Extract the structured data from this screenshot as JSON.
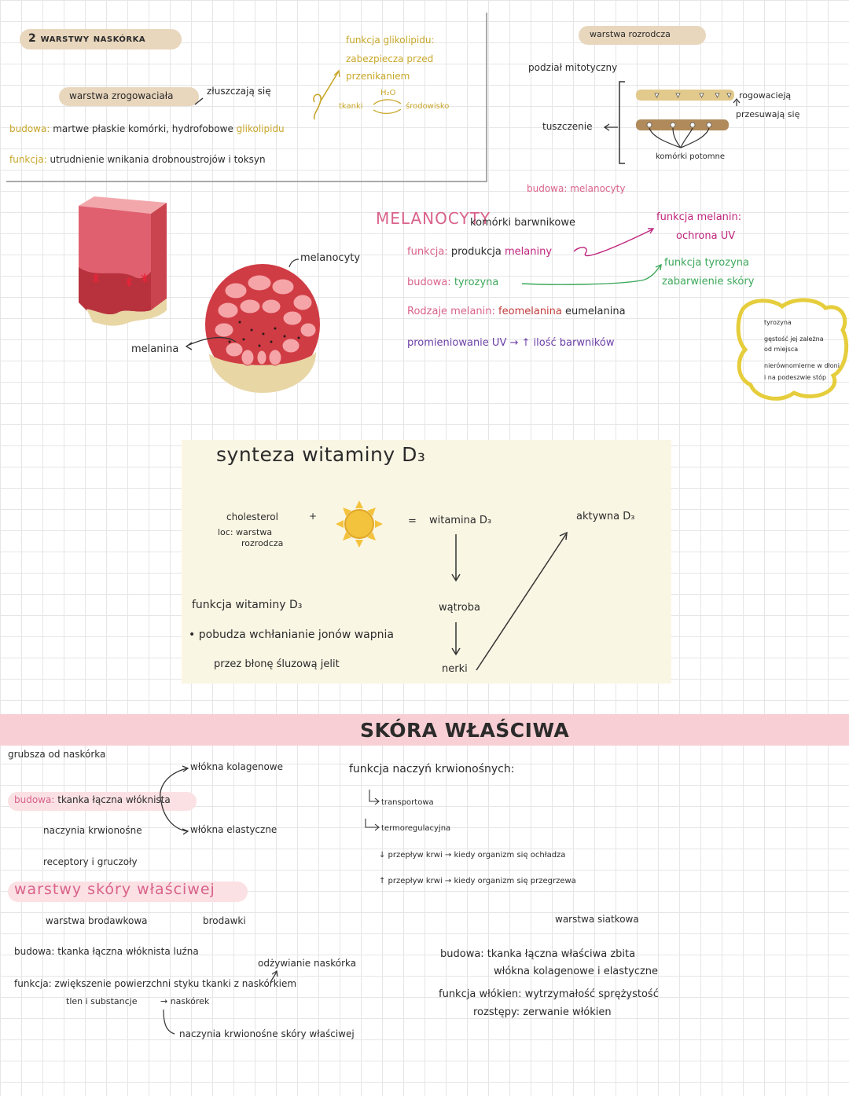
{
  "epidermis": {
    "heading": "2 warstwy naskórka",
    "cornified": {
      "label": "warstwa zrogowaciała",
      "shedding": "złuszczają się",
      "structure_label": "budowa:",
      "structure": "martwe płaskie komórki, hydrofobowe",
      "structure_highlight": "glikolipidu",
      "function_label": "funkcja:",
      "function": "utrudnienie wnikania drobnoustrojów i toksyn",
      "glycolipid_function": [
        "funkcja glikolipidu:",
        "zabezpiecza przed",
        "przenikaniem"
      ],
      "water_label": "H₂O",
      "tissue_label": "tkanki",
      "environment_label": "środowisko"
    },
    "basal": {
      "label": "warstwa rozrodcza",
      "mitosis": "podział mitotyczny",
      "thickening": "tuszczenie",
      "keratinization": "rogowacieją",
      "moving": "przesuwają się",
      "daughter_cells": "komórki potomne",
      "structure": "budowa: melanocyty"
    },
    "melanocytes": {
      "title": "MELANOCYTY",
      "subtitle": "komórki barwnikowe",
      "function_label": "funkcja:",
      "function": "produkcja",
      "function_highlight": "melaniny",
      "structure_label": "budowa:",
      "structure": "tyrozyna",
      "types_label": "Rodzaje melanin:",
      "type1": "feomelanina",
      "type2": "eumelanina",
      "uv_label": "promieniowanie UV",
      "uv_effect": "↑ ilość barwników",
      "melanin_function": [
        "funkcja melanin:",
        "ochrona UV"
      ],
      "tyrosine_function": [
        "funkcja tyrozyna",
        "zabarwienie skóry"
      ],
      "note": [
        "tyrozyna",
        "gęstość jej zależna",
        "od miejsca",
        "nierównomierne w dłoni",
        "i na podeszwie stóp"
      ]
    },
    "figure_labels": {
      "melanocytes": "melanocyty",
      "melanin": "melanina"
    }
  },
  "vitamin_d": {
    "title": "synteza witaminy D₃",
    "cholesterol": "cholesterol",
    "location": [
      "loc: warstwa",
      "rozrodcza"
    ],
    "plus": "+",
    "equals": "=",
    "vitamin": "witamina D₃",
    "active": "aktywna D₃",
    "liver": "wątroba",
    "kidneys": "nerki",
    "function_title": "funkcja witaminy D₃",
    "function_item": "• pobudza wchłanianie jonów wapnia",
    "function_item2": "przez błonę śluzową jelit"
  },
  "dermis": {
    "title": "SKÓRA WŁAŚCIWA",
    "thicker": "grubsza od naskórka",
    "structure_label": "budowa:",
    "structure": "tkanka łączna włóknista",
    "fibers1": "włókna kolagenowe",
    "fibers2": "włókna elastyczne",
    "vessels": "naczynia krwionośne",
    "receptors": "receptory i gruczoły",
    "layers_heading": "warstwy skóry właściwej",
    "papillary_layer": "warstwa brodawkowa",
    "papillae": "brodawki",
    "papillary_structure": "budowa: tkanka łączna włóknista luźna",
    "nourishment": "odżywianie naskórka",
    "papillary_function": "funkcja: zwiększenie powierzchni styku tkanki z naskórkiem",
    "oxygen": "tlen i substancje",
    "to_epidermis": "→ naskórek",
    "dermal_vessels": "naczynia krwionośne skóry właściwej",
    "vessels_function": "funkcja naczyń krwionośnych:",
    "transport": "transportowa",
    "thermo": "termoregulacyjna",
    "flow_down": "↓ przepływ krwi → kiedy organizm się ochładza",
    "flow_up": "↑ przepływ krwi → kiedy organizm się przegrzewa",
    "reticular_layer": "warstwa siatkowa",
    "reticular_structure": "budowa: tkanka łączna właściwa zbita",
    "reticular_fibers": "włókna kolagenowe i elastyczne",
    "fibers_function": "funkcja włókien: wytrzymałość sprężystość",
    "stretch": "rozstępy: zerwanie włókien"
  },
  "colors": {
    "beige": "#e8d6bd",
    "gold": "#c9a72a",
    "pink_band": "#f8cfd4",
    "magenta": "#c0267e",
    "green": "#3da85b",
    "purple": "#6c3fa8",
    "note_border": "#e6cd3c"
  }
}
